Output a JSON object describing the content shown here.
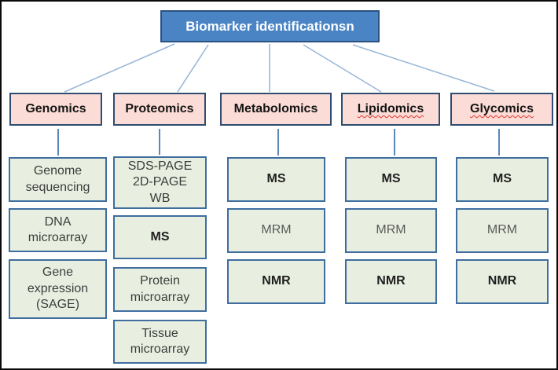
{
  "diagram": {
    "title": "Biomarker identificationsn",
    "columns": [
      {
        "label": "Genomics",
        "misspelled_underline": false,
        "items": [
          {
            "label": "Genome\nsequencing",
            "emphasis": "normal"
          },
          {
            "label": "DNA\nmicroarray",
            "emphasis": "normal"
          },
          {
            "label": "Gene\nexpression\n(SAGE)",
            "emphasis": "normal"
          }
        ]
      },
      {
        "label": "Proteomics",
        "misspelled_underline": false,
        "items": [
          {
            "label": "SDS-PAGE\n2D-PAGE\nWB",
            "emphasis": "normal"
          },
          {
            "label": "MS",
            "emphasis": "bold"
          },
          {
            "label": "Protein\nmicroarray",
            "emphasis": "normal"
          },
          {
            "label": "Tissue\nmicroarray",
            "emphasis": "normal"
          }
        ]
      },
      {
        "label": "Metabolomics",
        "misspelled_underline": false,
        "items": [
          {
            "label": "MS",
            "emphasis": "bold"
          },
          {
            "label": "MRM",
            "emphasis": "muted"
          },
          {
            "label": "NMR",
            "emphasis": "bold"
          }
        ]
      },
      {
        "label": "Lipidomics",
        "misspelled_underline": true,
        "items": [
          {
            "label": "MS",
            "emphasis": "bold"
          },
          {
            "label": "MRM",
            "emphasis": "muted"
          },
          {
            "label": "NMR",
            "emphasis": "bold"
          }
        ]
      },
      {
        "label": "Glycomics",
        "misspelled_underline": true,
        "items": [
          {
            "label": "MS",
            "emphasis": "bold"
          },
          {
            "label": "MRM",
            "emphasis": "muted"
          },
          {
            "label": "NMR",
            "emphasis": "bold"
          }
        ]
      }
    ],
    "colors": {
      "root_fill": "#4a84c4",
      "root_border": "#2b5280",
      "root_text": "#ffffff",
      "category_fill": "#fbdcd6",
      "category_border": "#2e4d71",
      "method_fill": "#e9efe0",
      "method_border": "#3f6e9f",
      "fan_connector": "#9ab7d9",
      "drop_connector": "#5b87ba",
      "spellcheck_squiggle": "#e0342b",
      "page_border": "#0a0a0a"
    }
  }
}
